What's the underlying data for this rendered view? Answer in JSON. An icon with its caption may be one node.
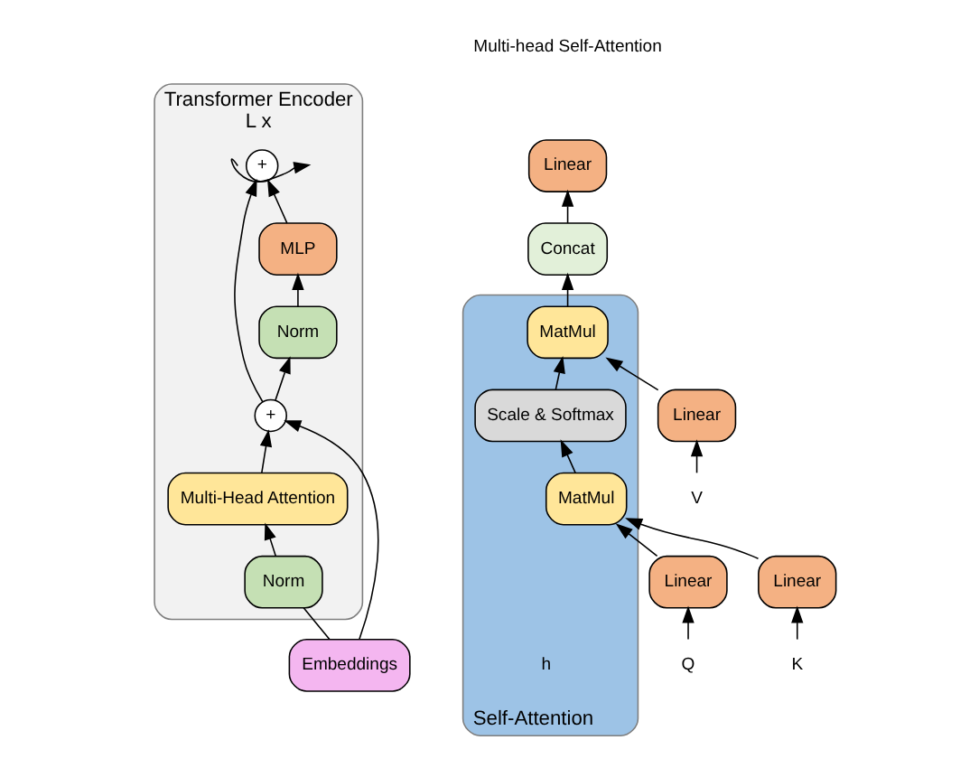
{
  "diagram": {
    "nodes": [
      {
        "text": [
          "Transformer Encoder",
          "L x"
        ]
      },
      {
        "text": [
          "+"
        ],
        "in": 0
      },
      {
        "text": [
          "MLP"
        ],
        "in": 0
      },
      {
        "text": [
          "Norm"
        ],
        "in": 0
      },
      {
        "text": [
          "+"
        ],
        "in": 0
      },
      {
        "text": [
          "Multi-Head Attention"
        ],
        "in": 0
      },
      {
        "text": [
          "Norm"
        ],
        "in": 0
      },
      {
        "text": [
          "Embeddings"
        ]
      },
      {
        "text": [
          "Linear"
        ]
      },
      {
        "text": [
          "Concat"
        ]
      },
      {
        "text": [
          "Self-Attention"
        ],
        "beside": [
          "h"
        ]
      },
      {
        "text": [
          "MatMul"
        ],
        "in": 10
      },
      {
        "text": [
          "Scale & Softmax"
        ],
        "in": 10
      },
      {
        "text": [
          "MatMul"
        ],
        "in": 10
      },
      {
        "text": [
          "Linear"
        ]
      },
      {
        "text": [
          "Linear"
        ]
      },
      {
        "text": [
          "Linear"
        ]
      },
      {
        "text": [
          "Q"
        ]
      },
      {
        "text": [
          "K"
        ]
      },
      {
        "text": [
          "V"
        ]
      }
    ],
    "edges": [
      {
        "from": 7,
        "to": 6,
        "arrow": "none"
      },
      {
        "from": 7,
        "to": 4,
        "arrow": "to"
      },
      {
        "from": 6,
        "to": 5,
        "arrow": "to"
      },
      {
        "from": 5,
        "to": 4,
        "arrow": "to"
      },
      {
        "from": 4,
        "to": 3,
        "arrow": "to"
      },
      {
        "from": 4,
        "to": 1,
        "arrow": "to"
      },
      {
        "from": 3,
        "to": 2,
        "arrow": "to"
      },
      {
        "from": 2,
        "to": 1,
        "arrow": "to"
      },
      {
        "from": 1,
        "to": null,
        "arrow": "to"
      },
      {
        "from": 17,
        "to": 14,
        "arrow": "to"
      },
      {
        "from": 18,
        "to": 15,
        "arrow": "to"
      },
      {
        "from": 19,
        "to": 16,
        "arrow": "to"
      },
      {
        "from": 14,
        "to": 13,
        "arrow": "to"
      },
      {
        "from": 15,
        "to": 13,
        "arrow": "to"
      },
      {
        "from": 16,
        "to": 11,
        "arrow": "to"
      },
      {
        "from": 13,
        "to": 12,
        "arrow": "to"
      },
      {
        "from": 12,
        "to": 11,
        "arrow": "to"
      },
      {
        "from": 11,
        "to": 9,
        "arrow": "to"
      },
      {
        "from": 9,
        "to": 8,
        "arrow": "to"
      }
    ],
    "labels": [
      "Multi-head Self-Attention"
    ]
  }
}
